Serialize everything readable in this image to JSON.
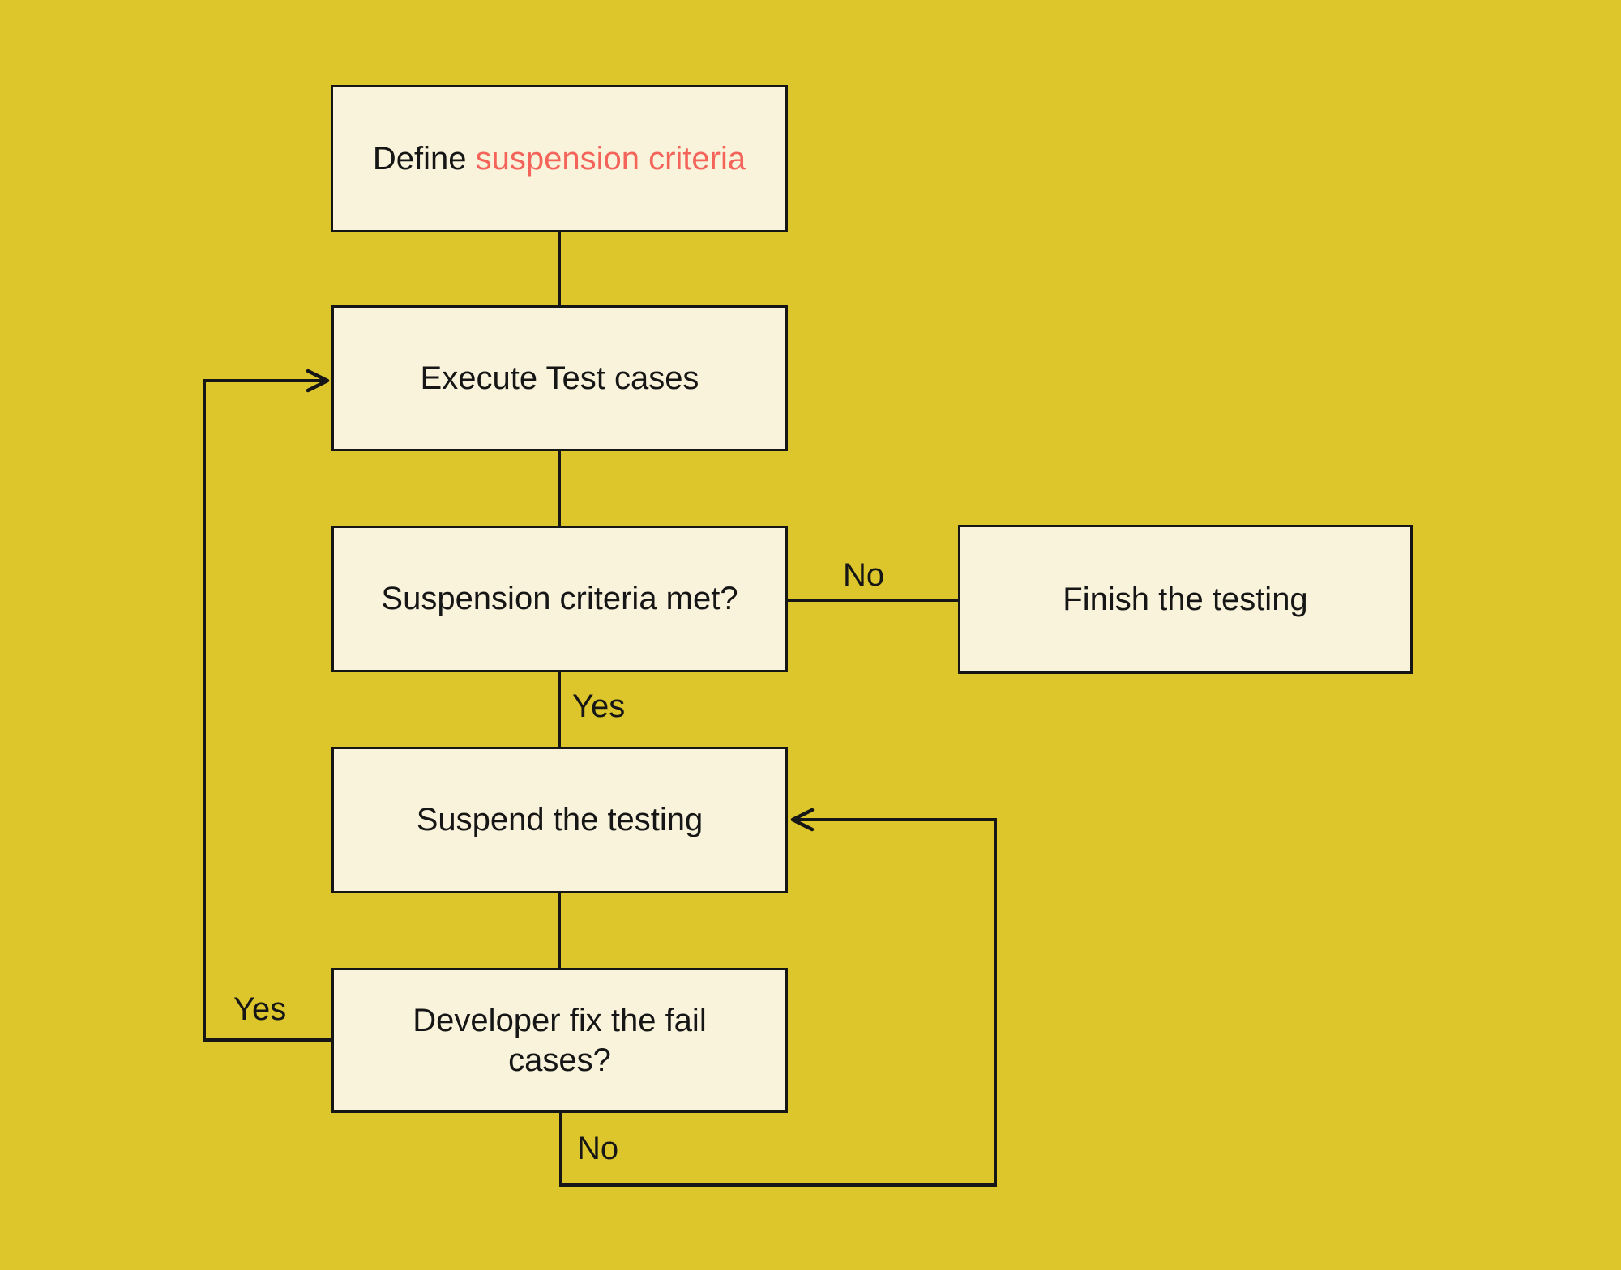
{
  "canvas": {
    "background_color": "#dcc62c",
    "box_fill_color": "#f8f3da",
    "line_color": "#161616",
    "highlight_color": "#f4645a"
  },
  "diagram": {
    "type": "flowchart",
    "nodes": [
      {
        "id": "define-suspension-criteria",
        "label_prefix": "Define ",
        "label_highlight": "suspension criteria"
      },
      {
        "id": "execute-test-cases",
        "label": "Execute Test cases"
      },
      {
        "id": "suspension-criteria-met",
        "label": "Suspension criteria met?"
      },
      {
        "id": "suspend-the-testing",
        "label": "Suspend the testing"
      },
      {
        "id": "developer-fix-fail-cases",
        "label": "Developer fix the fail cases?"
      },
      {
        "id": "finish-the-testing",
        "label": "Finish the testing"
      }
    ],
    "edge_labels": [
      {
        "id": "no-to-finish",
        "text": "No"
      },
      {
        "id": "yes-to-suspend",
        "text": "Yes"
      },
      {
        "id": "yes-loop-to-execute",
        "text": "Yes"
      },
      {
        "id": "no-loop-to-suspend",
        "text": "No"
      }
    ],
    "edges": [
      {
        "from": "define-suspension-criteria",
        "to": "execute-test-cases",
        "label": ""
      },
      {
        "from": "execute-test-cases",
        "to": "suspension-criteria-met",
        "label": ""
      },
      {
        "from": "suspension-criteria-met",
        "to": "finish-the-testing",
        "label": "No"
      },
      {
        "from": "suspension-criteria-met",
        "to": "suspend-the-testing",
        "label": "Yes"
      },
      {
        "from": "suspend-the-testing",
        "to": "developer-fix-fail-cases",
        "label": ""
      },
      {
        "from": "developer-fix-fail-cases",
        "to": "execute-test-cases",
        "label": "Yes"
      },
      {
        "from": "developer-fix-fail-cases",
        "to": "suspend-the-testing",
        "label": "No"
      }
    ]
  }
}
